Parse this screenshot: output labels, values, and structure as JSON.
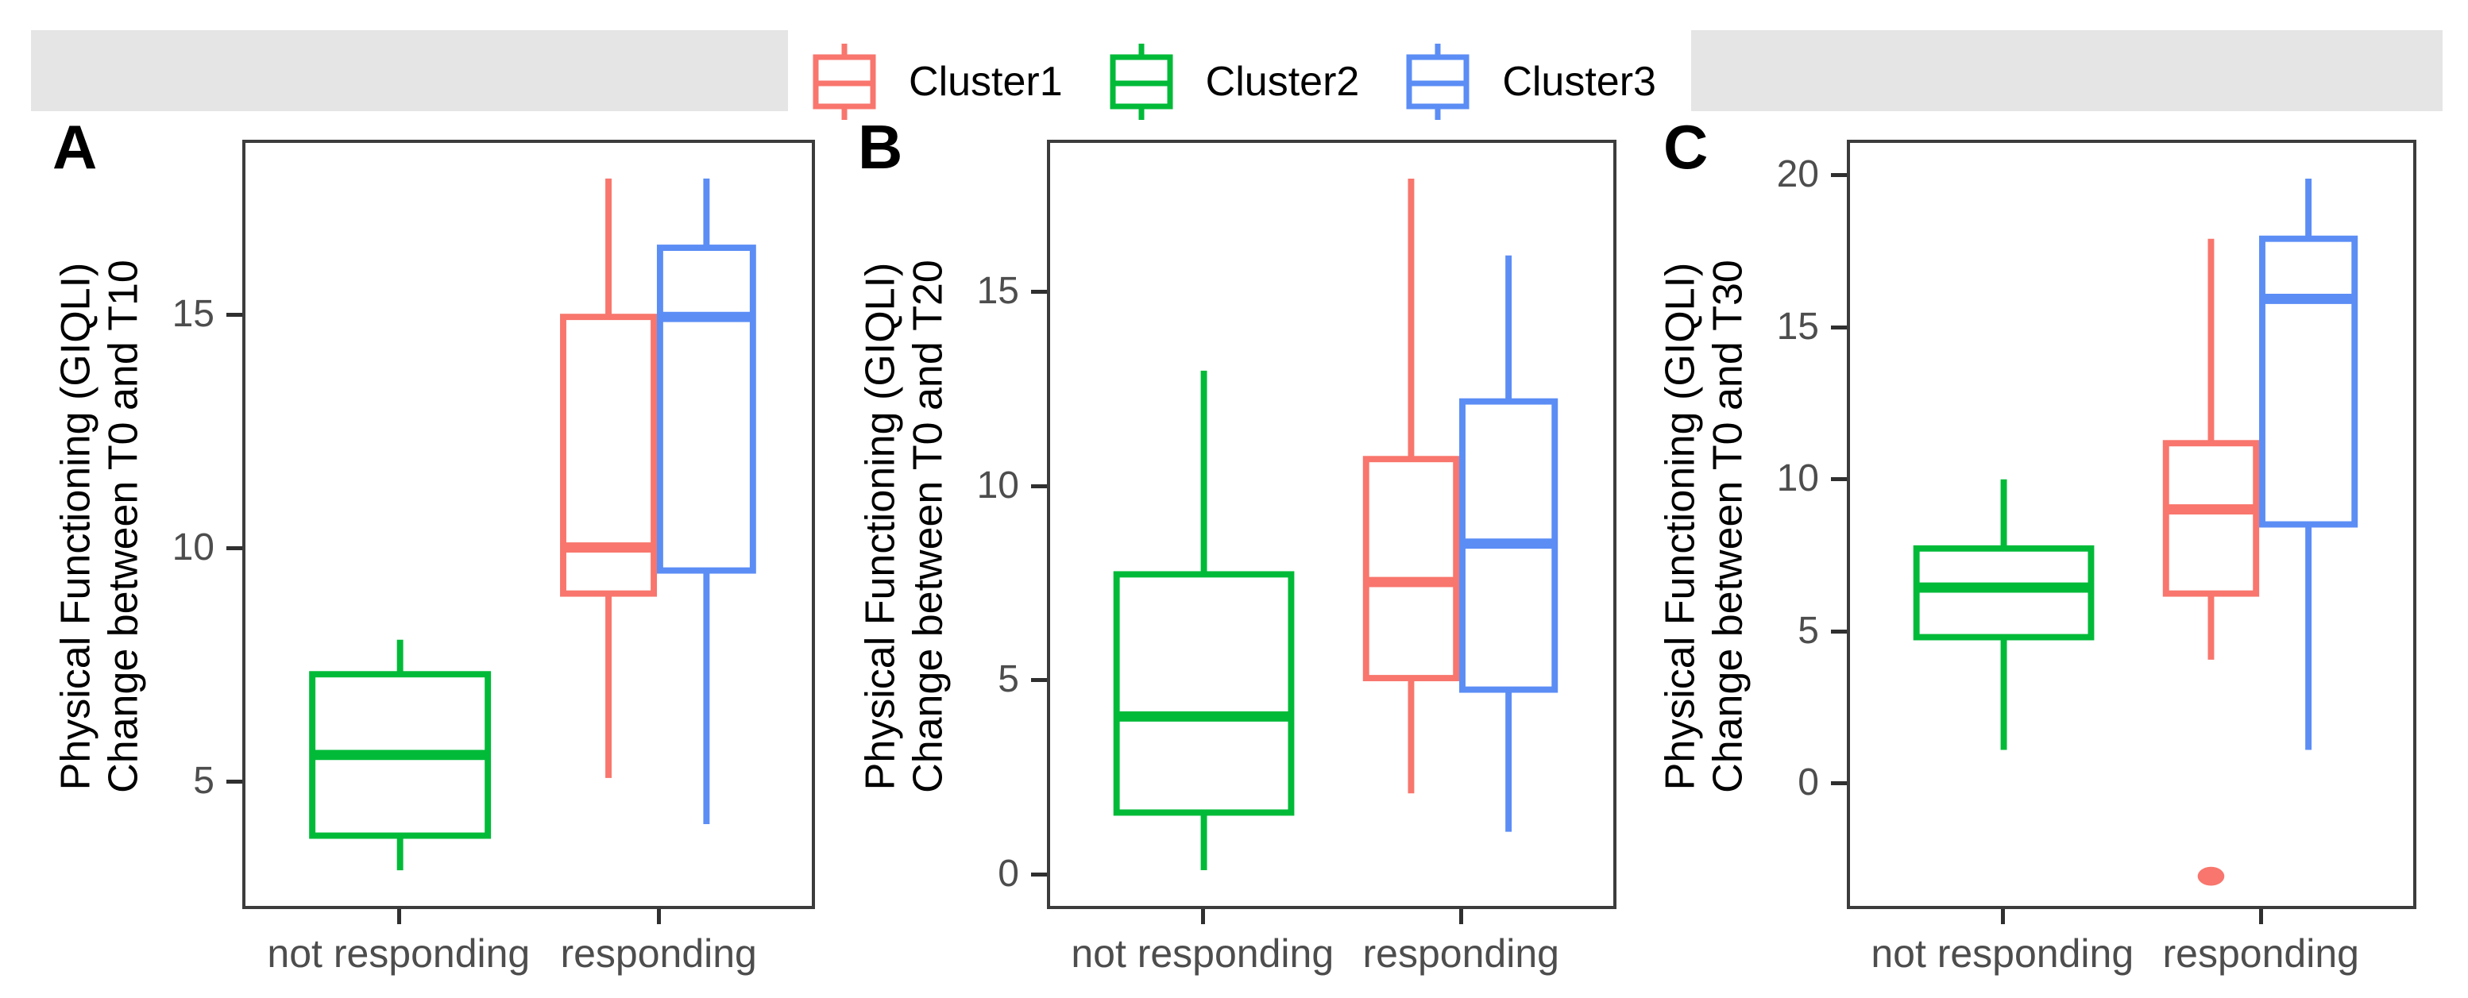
{
  "colors": {
    "cluster1": "#F8766D",
    "cluster2": "#00BA38",
    "cluster3": "#5B8DF5",
    "strip_background": "#E5E5E5",
    "axis_text": "#4D4D4D",
    "panel_border": "#3C3C3C",
    "tick_mark": "#2F2F2F",
    "ylabel_text": "#000000"
  },
  "legend": {
    "items": [
      {
        "label": "Cluster1",
        "color": "cluster1"
      },
      {
        "label": "Cluster2",
        "color": "cluster2"
      },
      {
        "label": "Cluster3",
        "color": "cluster3"
      }
    ]
  },
  "chart_data": [
    {
      "type": "boxplot",
      "panel_label": "A",
      "ylabel_line1": "Physical Functioning (GIQLI)",
      "ylabel_line2": "Change between T0 and T10",
      "categories": [
        "not responding",
        "responding"
      ],
      "yticks": [
        5,
        10,
        15
      ],
      "ylim": [
        2.25,
        18.75
      ],
      "grid": false,
      "series": [
        {
          "name": "Cluster2",
          "category": "not responding",
          "color": "cluster2",
          "whisker_low": 3,
          "q1": 3.75,
          "median": 5.5,
          "q3": 7.25,
          "whisker_high": 8,
          "outliers": []
        },
        {
          "name": "Cluster1",
          "category": "responding",
          "color": "cluster1",
          "whisker_low": 5,
          "q1": 9,
          "median": 10,
          "q3": 15,
          "whisker_high": 18,
          "outliers": []
        },
        {
          "name": "Cluster3",
          "category": "responding",
          "color": "cluster3",
          "whisker_low": 4,
          "q1": 9.5,
          "median": 15,
          "q3": 16.5,
          "whisker_high": 18,
          "outliers": []
        }
      ]
    },
    {
      "type": "boxplot",
      "panel_label": "B",
      "ylabel_line1": "Physical Functioning (GIQLI)",
      "ylabel_line2": "Change between T0 and T20",
      "categories": [
        "not responding",
        "responding"
      ],
      "yticks": [
        0,
        5,
        10,
        15
      ],
      "ylim": [
        -0.9,
        18.9
      ],
      "grid": false,
      "series": [
        {
          "name": "Cluster2",
          "category": "not responding",
          "color": "cluster2",
          "whisker_low": 0,
          "q1": 1.5,
          "median": 4,
          "q3": 7.7,
          "whisker_high": 13,
          "outliers": []
        },
        {
          "name": "Cluster1",
          "category": "responding",
          "color": "cluster1",
          "whisker_low": 2,
          "q1": 5,
          "median": 7.5,
          "q3": 10.7,
          "whisker_high": 18,
          "outliers": []
        },
        {
          "name": "Cluster3",
          "category": "responding",
          "color": "cluster3",
          "whisker_low": 1,
          "q1": 4.7,
          "median": 8.5,
          "q3": 12.2,
          "whisker_high": 16,
          "outliers": []
        }
      ]
    },
    {
      "type": "boxplot",
      "panel_label": "C",
      "ylabel_line1": "Physical Functioning (GIQLI)",
      "ylabel_line2": "Change between T0 and T30",
      "categories": [
        "not responding",
        "responding"
      ],
      "yticks": [
        0,
        5,
        10,
        15,
        20
      ],
      "ylim": [
        -4.15,
        21.15
      ],
      "grid": false,
      "series": [
        {
          "name": "Cluster2",
          "category": "not responding",
          "color": "cluster2",
          "whisker_low": 1,
          "q1": 4.75,
          "median": 6.4,
          "q3": 7.7,
          "whisker_high": 10,
          "outliers": []
        },
        {
          "name": "Cluster1",
          "category": "responding",
          "color": "cluster1",
          "whisker_low": 4,
          "q1": 6.2,
          "median": 9,
          "q3": 11.2,
          "whisker_high": 18,
          "outliers": [
            -3.2
          ]
        },
        {
          "name": "Cluster3",
          "category": "responding",
          "color": "cluster3",
          "whisker_low": 1,
          "q1": 8.5,
          "median": 16,
          "q3": 18,
          "whisker_high": 20,
          "outliers": []
        }
      ]
    }
  ]
}
